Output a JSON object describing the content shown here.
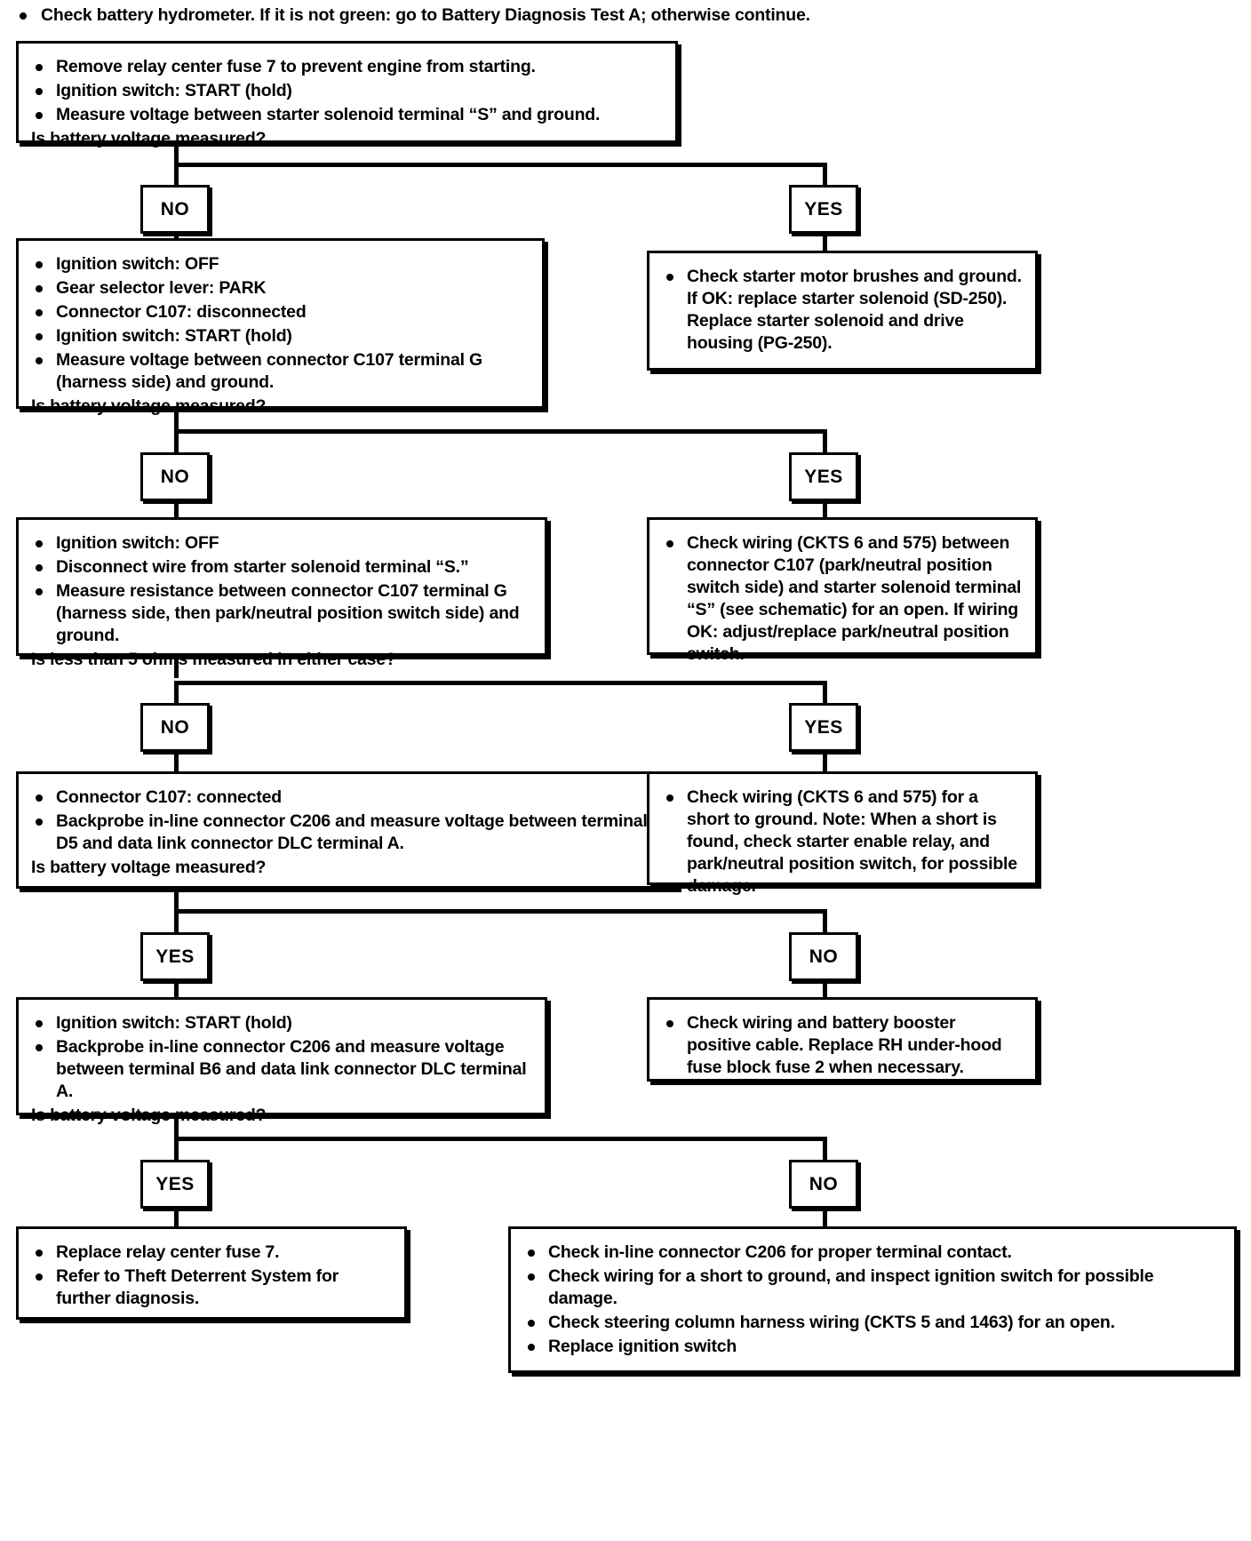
{
  "chart_data": {
    "type": "diagram",
    "title": "Starter System Diagnosis Flowchart",
    "colors": {
      "ink": "#000000",
      "paper": "#ffffff"
    },
    "intro": {
      "bullet": "Check battery hydrometer. If it is not green: go to Battery Diagnosis Test A; otherwise continue."
    },
    "decision_labels": {
      "yes": "YES",
      "no": "NO"
    },
    "steps": [
      {
        "id": "step1",
        "bullets": [
          "Remove relay center fuse 7 to prevent engine from starting.",
          "Ignition switch: START (hold)",
          "Measure voltage between starter solenoid terminal “S” and ground."
        ],
        "question": "Is battery voltage measured?",
        "branch_left": "NO",
        "branch_right": "YES"
      },
      {
        "id": "step2-left",
        "bullets": [
          "Ignition switch: OFF",
          "Gear selector lever: PARK",
          "Connector C107: disconnected",
          "Ignition switch: START (hold)",
          "Measure voltage between connector C107 terminal G (harness side) and ground."
        ],
        "question": "Is battery voltage measured?"
      },
      {
        "id": "step2-right",
        "bullets": [
          "Check starter motor brushes and ground. If OK: replace starter solenoid (SD-250). Replace starter solenoid and drive housing (PG-250)."
        ]
      },
      {
        "id": "step3-left",
        "bullets": [
          "Ignition switch: OFF",
          "Disconnect wire from starter solenoid terminal “S.”",
          "Measure resistance between connector C107 terminal G (harness side, then park/neutral position switch side) and ground."
        ],
        "question": "Is less than 5 ohms measured in either case?"
      },
      {
        "id": "step3-right",
        "bullets": [
          "Check wiring (CKTS 6 and 575) between connector C107 (park/neutral position switch side) and starter solenoid terminal “S” (see schematic) for an open. If wiring OK: adjust/replace park/neutral position switch."
        ]
      },
      {
        "id": "step4-left",
        "bullets": [
          "Connector C107: connected",
          "Backprobe in-line connector C206 and measure voltage between terminal D5 and data link connector DLC terminal A."
        ],
        "question": "Is battery voltage measured?"
      },
      {
        "id": "step4-right",
        "bullets": [
          "Check wiring (CKTS 6 and 575) for a short to ground. Note: When a short is found, check starter enable relay, and park/neutral position switch, for possible damage."
        ]
      },
      {
        "id": "step5-left",
        "bullets": [
          "Ignition switch: START (hold)",
          "Backprobe in-line connector C206 and measure voltage between terminal B6 and data link connector DLC terminal A."
        ],
        "question": "Is battery voltage measured?"
      },
      {
        "id": "step5-right",
        "bullets": [
          "Check wiring and battery booster positive cable. Replace RH under-hood fuse block fuse 2 when necessary."
        ]
      },
      {
        "id": "step6-left",
        "bullets": [
          "Replace relay center fuse 7.",
          "Refer to Theft Deterrent System for further diagnosis."
        ]
      },
      {
        "id": "step6-right",
        "bullets": [
          "Check in-line connector C206 for proper terminal contact.",
          "Check wiring for a short to ground, and inspect ignition switch for possible damage.",
          "Check steering column harness wiring (CKTS 5 and 1463) for an open.",
          "Replace ignition  switch"
        ]
      }
    ],
    "branch_tags": [
      {
        "label": "NO",
        "row": 1,
        "side": "left"
      },
      {
        "label": "YES",
        "row": 1,
        "side": "right"
      },
      {
        "label": "NO",
        "row": 2,
        "side": "left"
      },
      {
        "label": "YES",
        "row": 2,
        "side": "right"
      },
      {
        "label": "NO",
        "row": 3,
        "side": "left"
      },
      {
        "label": "YES",
        "row": 3,
        "side": "right"
      },
      {
        "label": "YES",
        "row": 4,
        "side": "left"
      },
      {
        "label": "NO",
        "row": 4,
        "side": "right"
      },
      {
        "label": "YES",
        "row": 5,
        "side": "left"
      },
      {
        "label": "NO",
        "row": 5,
        "side": "right"
      }
    ]
  }
}
